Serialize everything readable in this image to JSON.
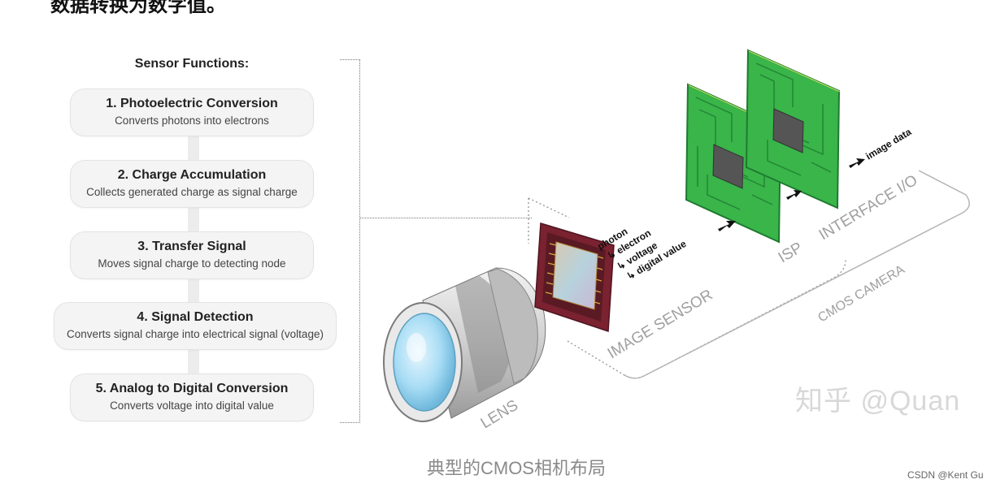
{
  "top_heading": "数据转换为数字值。",
  "sensor_panel": {
    "title": "Sensor Functions:",
    "steps": [
      {
        "title": "1. Photoelectric Conversion",
        "subtitle": "Converts photons into electrons"
      },
      {
        "title": "2. Charge Accumulation",
        "subtitle": "Collects generated charge as signal charge"
      },
      {
        "title": "3. Transfer Signal",
        "subtitle": "Moves signal charge to detecting node"
      },
      {
        "title": "4. Signal Detection",
        "subtitle": "Converts signal charge into electrical signal (voltage)"
      },
      {
        "title": "5. Analog to Digital Conversion",
        "subtitle": "Converts voltage into digital value"
      }
    ]
  },
  "diagram": {
    "signal_chain": [
      "photon",
      "↳ electron",
      "↳ voltage",
      "↳ digital value"
    ],
    "output_label": "image data",
    "labels": {
      "image_sensor": "IMAGE SENSOR",
      "isp": "ISP",
      "interface": "INTERFACE I/O",
      "cmos_camera": "CMOS CAMERA",
      "lens": "LENS"
    }
  },
  "watermark": "知乎 @Quan",
  "caption": "典型的CMOS相机布局",
  "credit": "CSDN @Kent Gu",
  "colors": {
    "pcb_green": "#39b54a",
    "pcb_dark": "#1f7a30",
    "chip": "#555555",
    "lens_glass": "#a9ddf5",
    "sensor_frame": "#7a2230"
  }
}
